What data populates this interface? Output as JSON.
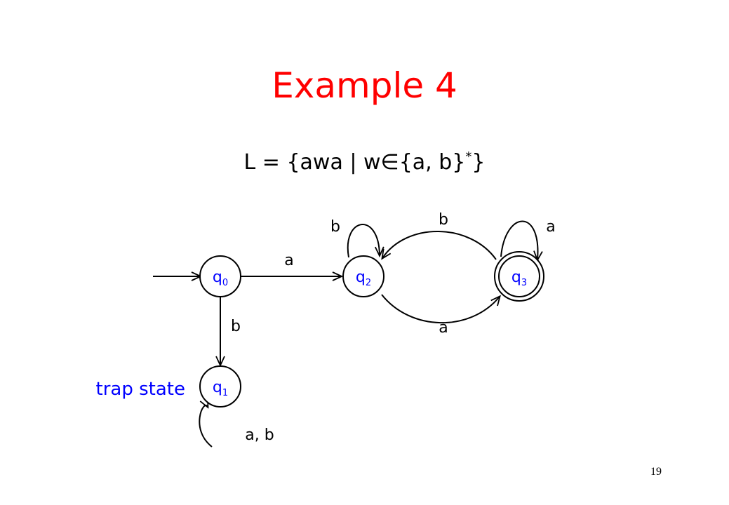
{
  "slide": {
    "title": "Example 4",
    "language_prefix": "L = {awa | w",
    "element_of_symbol": "∈",
    "language_set": "{a, b}",
    "language_star": "*",
    "language_suffix": "}",
    "slide_number": "19"
  },
  "colors": {
    "title": "#ff0000",
    "state_label": "#0000ff",
    "trap_label": "#0000ff",
    "edge": "#000000"
  },
  "states": [
    {
      "id": "q0",
      "base": "q",
      "sub": "0",
      "accepting": false,
      "start": true
    },
    {
      "id": "q1",
      "base": "q",
      "sub": "1",
      "accepting": false,
      "start": false
    },
    {
      "id": "q2",
      "base": "q",
      "sub": "2",
      "accepting": false,
      "start": false
    },
    {
      "id": "q3",
      "base": "q",
      "sub": "3",
      "accepting": true,
      "start": false
    }
  ],
  "transitions": [
    {
      "from": "q0",
      "to": "q2",
      "label": "a"
    },
    {
      "from": "q0",
      "to": "q1",
      "label": "b"
    },
    {
      "from": "q1",
      "to": "q1",
      "label": "a, b"
    },
    {
      "from": "q2",
      "to": "q2",
      "label": "b"
    },
    {
      "from": "q2",
      "to": "q3",
      "label": "a"
    },
    {
      "from": "q3",
      "to": "q2",
      "label": "b"
    },
    {
      "from": "q3",
      "to": "q3",
      "label": "a"
    }
  ],
  "annotations": {
    "trap_state": "trap state"
  }
}
